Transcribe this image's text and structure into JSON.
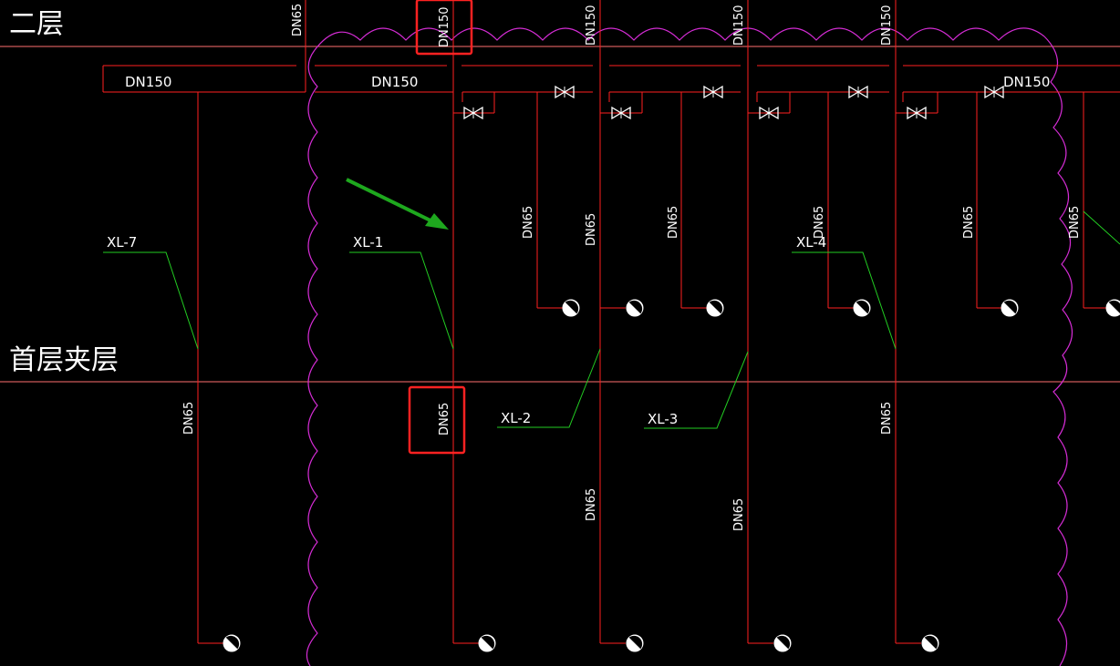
{
  "levels": {
    "upper": "二层",
    "lower": "首层夹层"
  },
  "risers": {
    "xl7": "XL-7",
    "xl1": "XL-1",
    "xl2": "XL-2",
    "xl3": "XL-3",
    "xl4": "XL-4"
  },
  "pipe_sizes": {
    "dn150": "DN150",
    "dn65": "DN65"
  },
  "colors": {
    "background": "#000000",
    "pipe": "#ff1f1f",
    "level_line": "#ff6f6f",
    "leader": "#22cc22",
    "revision_cloud": "#d42cd4",
    "highlight_box": "#ff2222",
    "arrow": "#1ea81e",
    "text": "#ffffff"
  },
  "icons": {
    "valve": "gate-valve-icon",
    "hydrant": "fire-hydrant-icon"
  }
}
